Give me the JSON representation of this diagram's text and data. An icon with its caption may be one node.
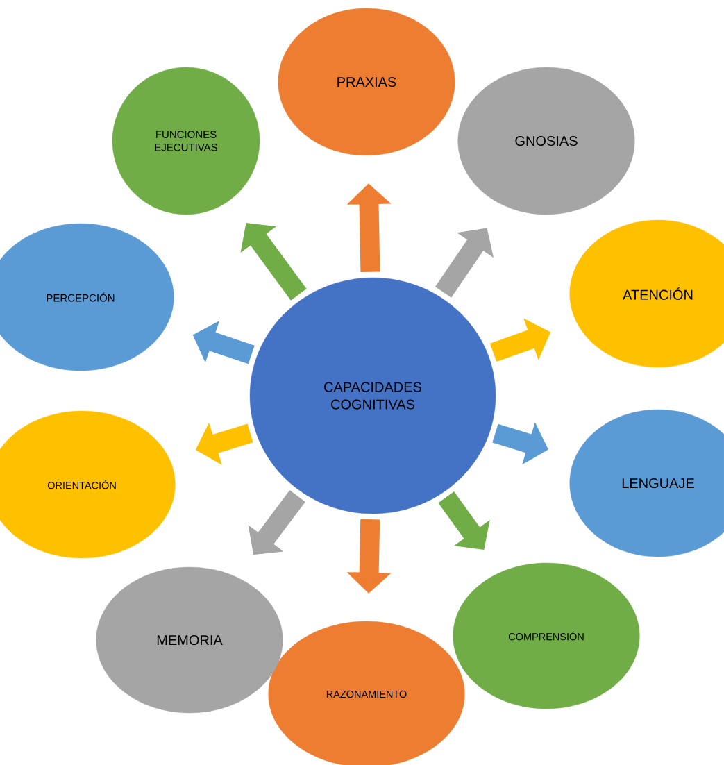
{
  "diagram": {
    "nodes": [
      {
        "text": [
          "CAPACIDADES COGNITIVAS"
        ]
      },
      {
        "text": [
          "PRAXIAS"
        ]
      },
      {
        "text": [
          "GNOSIAS"
        ]
      },
      {
        "text": [
          "ATENCIÓN"
        ]
      },
      {
        "text": [
          "LENGUAJE"
        ]
      },
      {
        "text": [
          "COMPRENSIÓN"
        ]
      },
      {
        "text": [
          "RAZONAMIENTO"
        ]
      },
      {
        "text": [
          "MEMORIA"
        ]
      },
      {
        "text": [
          "ORIENTACIÓN"
        ]
      },
      {
        "text": [
          "PERCEPCIÓN"
        ]
      },
      {
        "text": [
          "FUNCIONES EJECUTIVAS"
        ]
      }
    ],
    "edges": [
      {
        "from": 0,
        "to": 1,
        "arrow": "to",
        "color": "#ed7d31"
      },
      {
        "from": 0,
        "to": 2,
        "arrow": "to",
        "color": "#a5a5a5"
      },
      {
        "from": 0,
        "to": 3,
        "arrow": "to",
        "color": "#ffc000"
      },
      {
        "from": 0,
        "to": 4,
        "arrow": "to",
        "color": "#5b9bd5"
      },
      {
        "from": 0,
        "to": 5,
        "arrow": "to",
        "color": "#70ad47"
      },
      {
        "from": 0,
        "to": 6,
        "arrow": "to",
        "color": "#ed7d31"
      },
      {
        "from": 0,
        "to": 7,
        "arrow": "to",
        "color": "#a5a5a5"
      },
      {
        "from": 0,
        "to": 8,
        "arrow": "to",
        "color": "#ffc000"
      },
      {
        "from": 0,
        "to": 9,
        "arrow": "to",
        "color": "#5b9bd5"
      },
      {
        "from": 0,
        "to": 10,
        "arrow": "to",
        "color": "#70ad47"
      }
    ]
  }
}
